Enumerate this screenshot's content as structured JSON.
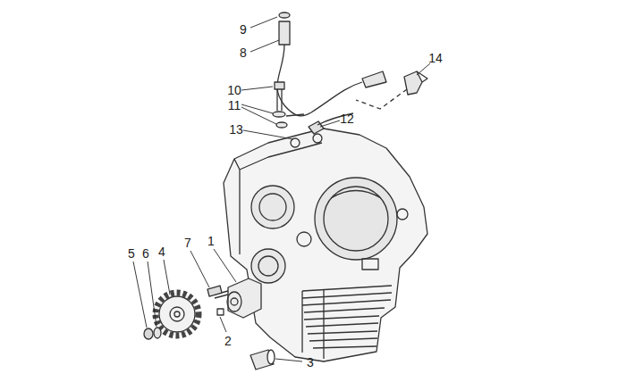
{
  "diagram": {
    "labels": [
      "9",
      "8",
      "14",
      "10",
      "11",
      "12",
      "13",
      "7",
      "1",
      "5",
      "6",
      "4",
      "2",
      "3"
    ]
  }
}
